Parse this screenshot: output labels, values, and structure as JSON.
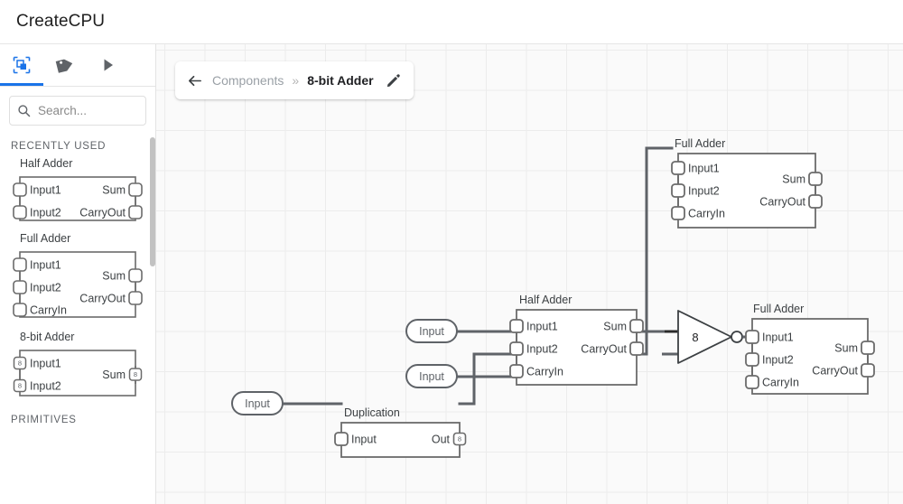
{
  "app": {
    "title": "CreateCPU"
  },
  "toolbar": {
    "tabs": [
      {
        "name": "components",
        "icon": "component-icon",
        "active": true
      },
      {
        "name": "labels",
        "icon": "tag-icon",
        "active": false
      },
      {
        "name": "run",
        "icon": "play-icon",
        "active": false
      }
    ]
  },
  "sidebar": {
    "search": {
      "placeholder": "Search..."
    },
    "sections": [
      {
        "label": "RECENTLY USED"
      },
      {
        "label": "PRIMITIVES"
      }
    ],
    "recently_used": [
      {
        "title": "Half Adder",
        "inputs": [
          {
            "label": "Input1",
            "bus": ""
          },
          {
            "label": "Input2",
            "bus": ""
          }
        ],
        "outputs": [
          {
            "label": "Sum",
            "bus": ""
          },
          {
            "label": "CarryOut",
            "bus": ""
          }
        ]
      },
      {
        "title": "Full Adder",
        "inputs": [
          {
            "label": "Input1",
            "bus": ""
          },
          {
            "label": "Input2",
            "bus": ""
          },
          {
            "label": "CarryIn",
            "bus": ""
          }
        ],
        "outputs": [
          {
            "label": "Sum",
            "bus": ""
          },
          {
            "label": "CarryOut",
            "bus": ""
          }
        ]
      },
      {
        "title": "8-bit Adder",
        "inputs": [
          {
            "label": "Input1",
            "bus": "8"
          },
          {
            "label": "Input2",
            "bus": "8"
          }
        ],
        "outputs": [
          {
            "label": "Sum",
            "bus": "8"
          }
        ]
      }
    ]
  },
  "breadcrumb": {
    "back_icon": "back-arrow-icon",
    "root": "Components",
    "separator": "»",
    "current": "8-bit Adder",
    "edit_icon": "pencil-icon"
  },
  "canvas": {
    "io_pills": [
      {
        "id": "pill-1",
        "label": "Input"
      },
      {
        "id": "pill-2",
        "label": "Input"
      },
      {
        "id": "pill-3",
        "label": "Input"
      }
    ],
    "nodes": [
      {
        "id": "full-adder-top",
        "title": "Full Adder",
        "inputs": [
          {
            "label": "Input1",
            "bus": ""
          },
          {
            "label": "Input2",
            "bus": ""
          },
          {
            "label": "CarryIn",
            "bus": ""
          }
        ],
        "outputs": [
          {
            "label": "Sum",
            "bus": ""
          },
          {
            "label": "CarryOut",
            "bus": ""
          }
        ]
      },
      {
        "id": "half-adder-mid",
        "title": "Half Adder",
        "inputs": [
          {
            "label": "Input1",
            "bus": ""
          },
          {
            "label": "Input2",
            "bus": ""
          },
          {
            "label": "CarryIn",
            "bus": ""
          }
        ],
        "outputs": [
          {
            "label": "Sum",
            "bus": ""
          },
          {
            "label": "CarryOut",
            "bus": ""
          }
        ]
      },
      {
        "id": "full-adder-right",
        "title": "Full Adder",
        "inputs": [
          {
            "label": "Input1",
            "bus": ""
          },
          {
            "label": "Input2",
            "bus": ""
          },
          {
            "label": "CarryIn",
            "bus": ""
          }
        ],
        "outputs": [
          {
            "label": "Sum",
            "bus": ""
          },
          {
            "label": "CarryOut",
            "bus": ""
          }
        ]
      },
      {
        "id": "duplication",
        "title": "Duplication",
        "inputs": [
          {
            "label": "Input",
            "bus": ""
          }
        ],
        "outputs": [
          {
            "label": "Out",
            "bus": "8"
          }
        ]
      }
    ],
    "buffer": {
      "id": "buffer-gate",
      "value": "8",
      "inverting": true
    }
  },
  "colors": {
    "accent": "#1a73e8",
    "wire": "#5f6368",
    "outline": "#6b6b6b",
    "canvas_bg": "#fafafa",
    "grid": "#ececec",
    "text": "#3c4043",
    "muted": "#9aa0a6"
  }
}
